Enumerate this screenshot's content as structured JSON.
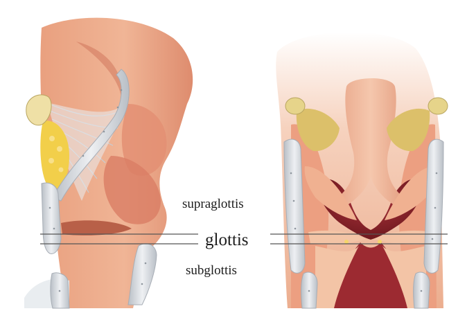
{
  "labels": {
    "supraglottis": "supraglottis",
    "glottis": "glottis",
    "subglottis": "subglottis"
  },
  "colors": {
    "tissue_light": "#f3c4a6",
    "tissue_mid": "#e9a07f",
    "tissue_dark": "#c96a52",
    "cavity": "#8a2328",
    "cartilage": "#d9dde2",
    "cartilage_edge": "#a7adb5",
    "fat": "#f2cf4a",
    "ligament": "#e9edf0",
    "line": "#555555"
  }
}
